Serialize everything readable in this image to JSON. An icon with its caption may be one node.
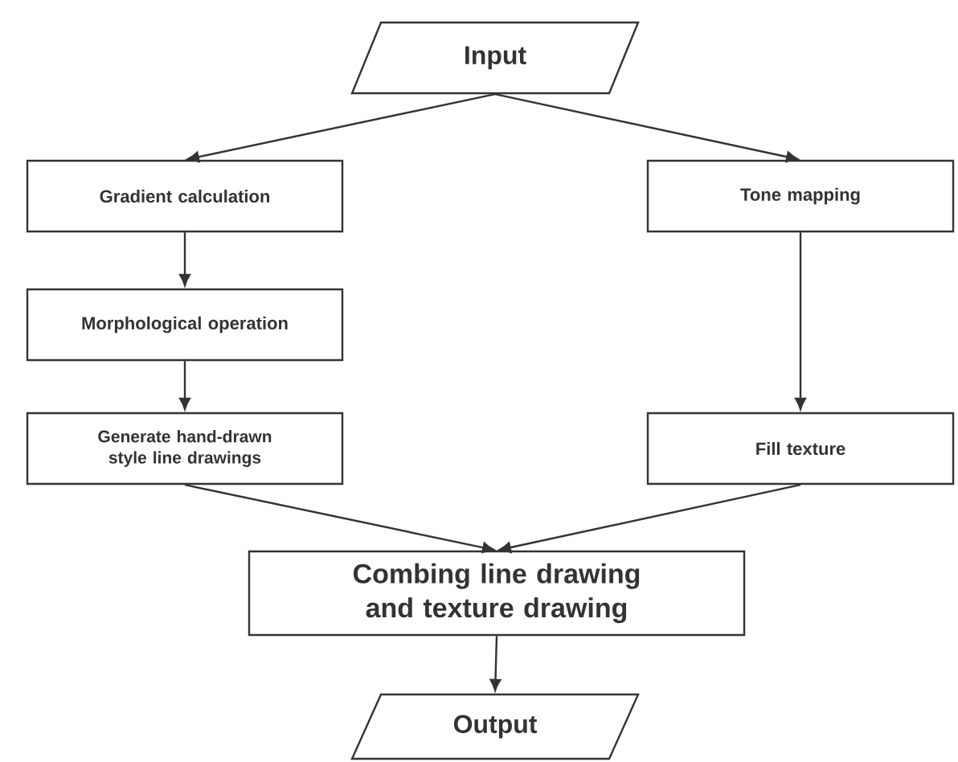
{
  "diagram": {
    "nodes": [
      {
        "text": [
          "Input"
        ]
      },
      {
        "text": [
          "Gradient calculation"
        ]
      },
      {
        "text": [
          "Tone mapping"
        ]
      },
      {
        "text": [
          "Morphological operation"
        ]
      },
      {
        "text": [
          "Generate hand-drawn style line drawings"
        ]
      },
      {
        "text": [
          "Fill texture"
        ]
      },
      {
        "text": [
          "Combing line drawing and texture drawing"
        ]
      },
      {
        "text": [
          "Output"
        ]
      }
    ],
    "edges": [
      {
        "from": 0,
        "to": 1,
        "arrow": "to"
      },
      {
        "from": 0,
        "to": 2,
        "arrow": "to"
      },
      {
        "from": 1,
        "to": 3,
        "arrow": "to"
      },
      {
        "from": 3,
        "to": 4,
        "arrow": "to"
      },
      {
        "from": 2,
        "to": 5,
        "arrow": "to"
      },
      {
        "from": 4,
        "to": 6,
        "arrow": "to"
      },
      {
        "from": 5,
        "to": 6,
        "arrow": "to"
      },
      {
        "from": 6,
        "to": 7,
        "arrow": "to"
      }
    ]
  }
}
